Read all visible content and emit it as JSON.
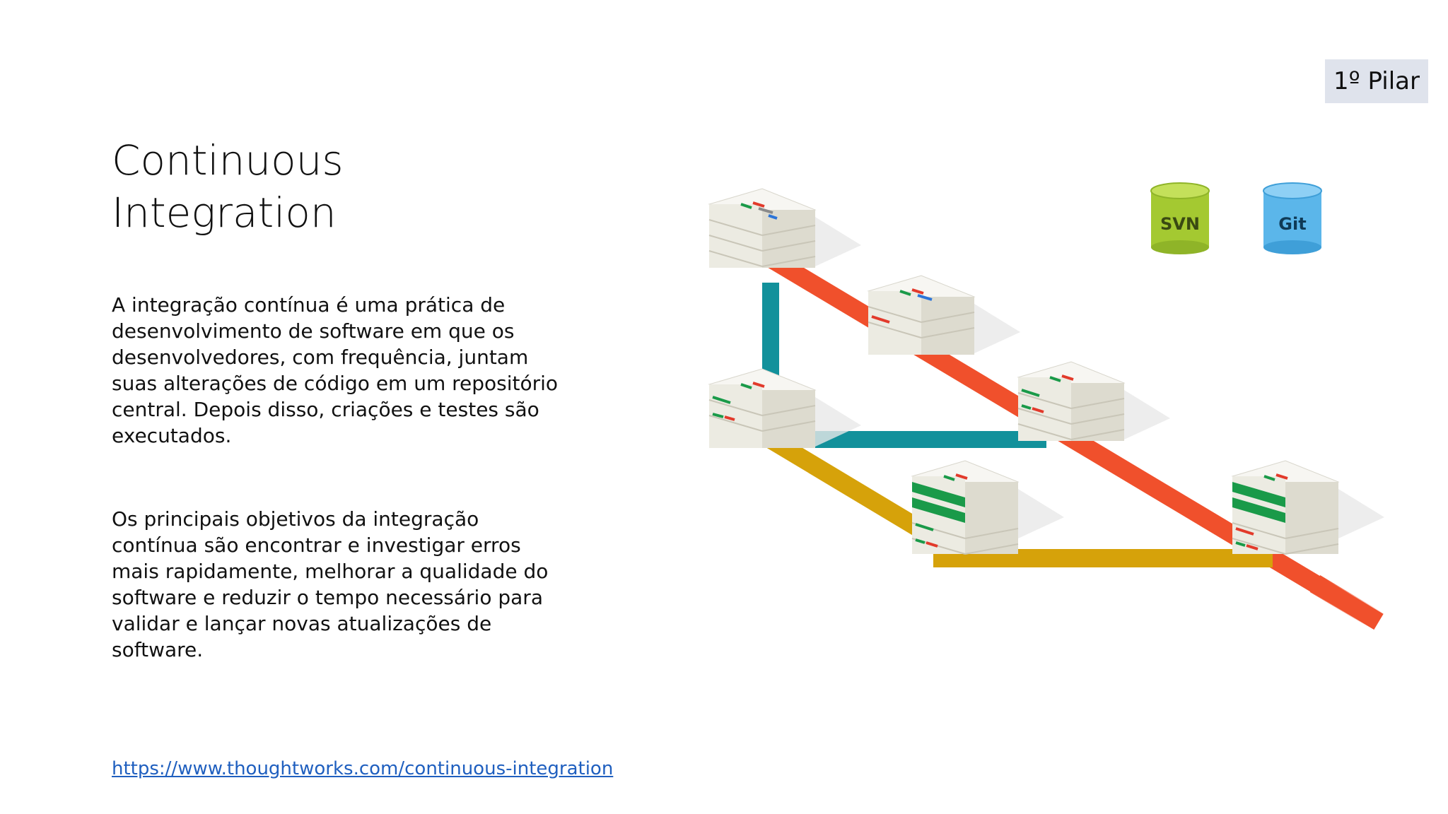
{
  "badge": {
    "label": "1º Pilar"
  },
  "title": {
    "line1": "Continuous",
    "line2": "Integration"
  },
  "paragraphs": [
    "A integração contínua é uma prática de desenvolvimento de software em que os desenvolvedores, com frequência, juntam suas alterações de código em um repositório central. Depois disso, criações e testes são executados.",
    "Os principais objetivos da integração contínua são encontrar e investigar erros mais rapidamente, melhorar a qualidade do software e reduzir o tempo necessário para validar e lançar novas atualizações de software."
  ],
  "link": {
    "text": "https://www.thoughtworks.com/continuous-integration"
  },
  "diagram": {
    "repositories": [
      {
        "label": "SVN",
        "color": "#a4c931"
      },
      {
        "label": "Git",
        "color": "#5bb6ea"
      }
    ],
    "colors": {
      "main": "#f0502c",
      "branch_teal": "#12919b",
      "branch_yellow": "#d6a20a",
      "added": "#1a9a49",
      "removed": "#e23a2b"
    }
  }
}
